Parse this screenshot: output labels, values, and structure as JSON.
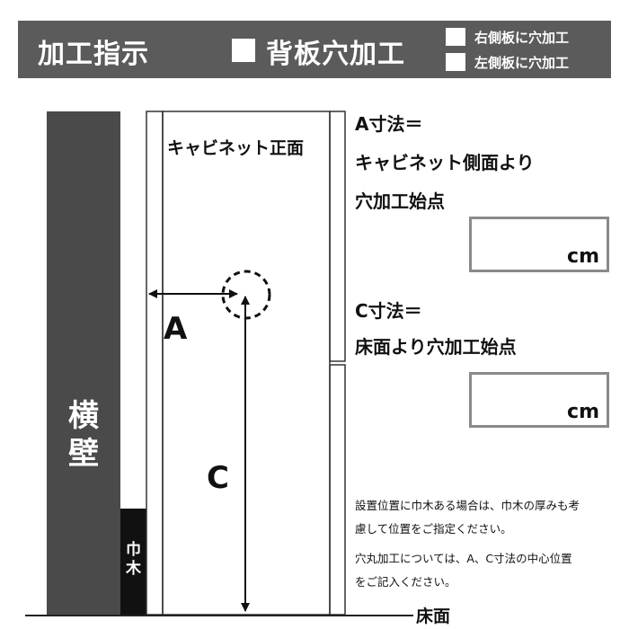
{
  "header": {
    "title": "加工指示",
    "main_option": "背板穴加工",
    "options": [
      "右側板に穴加工",
      "左側板に穴加工"
    ]
  },
  "diagram": {
    "side_wall_label": "横\n壁",
    "baseboard_label": "巾\n木",
    "cabinet_label": "キャビネット正面",
    "dimension_a": "A",
    "dimension_c": "C",
    "floor_label": "床面"
  },
  "right_panel": {
    "a_title": "A寸法＝",
    "a_desc_1": "キャビネット側面より",
    "a_desc_2": "穴加工始点",
    "a_unit": "cm",
    "c_title": "C寸法＝",
    "c_desc_1": "床面より穴加工始点",
    "c_unit": "cm"
  },
  "notes": {
    "line1": "設置位置に巾木ある場合は、巾木の厚みも考",
    "line2": "慮して位置をご指定ください。",
    "line3": "穴丸加工については、A、C寸法の中心位置",
    "line4": "をご記入ください。"
  },
  "colors": {
    "header_bg": "#5b5b5b",
    "side_wall": "#4a4a4a",
    "baseboard": "#111111",
    "box_border": "#8a8a8a"
  }
}
